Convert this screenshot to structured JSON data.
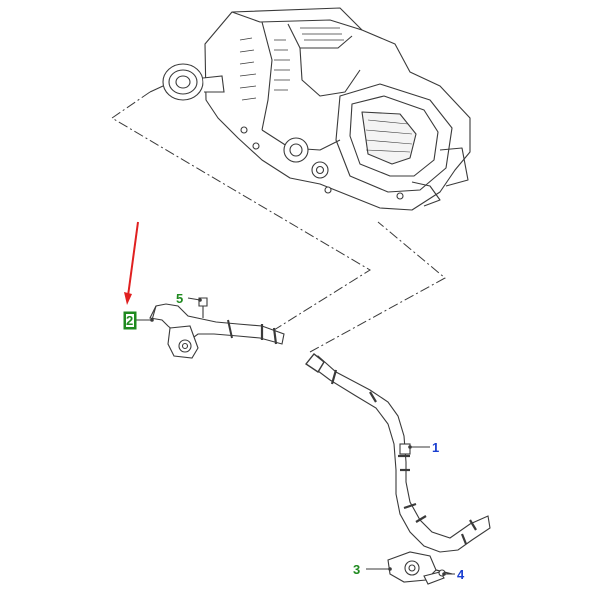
{
  "callouts": [
    {
      "id": "1",
      "label": "1",
      "color": "#1a3fd0",
      "boxed": false
    },
    {
      "id": "2",
      "label": "2",
      "color": "#1f8a1f",
      "boxed": true
    },
    {
      "id": "3",
      "label": "3",
      "color": "#1f8a1f",
      "boxed": false
    },
    {
      "id": "4",
      "label": "4",
      "color": "#1a3fd0",
      "boxed": false
    },
    {
      "id": "5",
      "label": "5",
      "color": "#1f8a1f",
      "boxed": false
    }
  ],
  "colors": {
    "line": "#3a3a3a",
    "part_fill": "#ffffff",
    "arrow": "#e02020",
    "green": "#1f8a1f",
    "blue": "#1a3fd0"
  }
}
